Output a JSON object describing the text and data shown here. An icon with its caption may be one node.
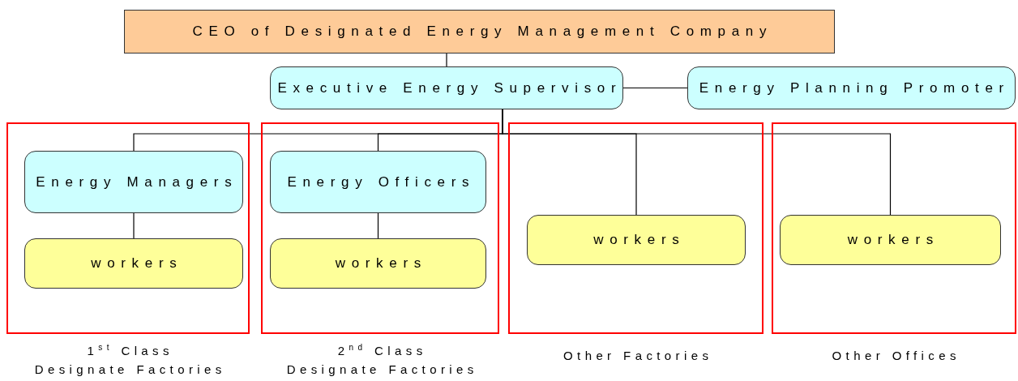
{
  "diagram": {
    "nodes": [
      {
        "text": [
          "CEO of Designated Energy Management Company"
        ]
      },
      {
        "text": [
          "Executive Energy Supervisor"
        ]
      },
      {
        "text": [
          "Energy Planning Promoter"
        ]
      },
      {
        "text": [
          "1$^{st}$ Class",
          "Designate Factories"
        ]
      },
      {
        "text": [
          "Energy Managers"
        ],
        "in": 3
      },
      {
        "text": [
          "workers"
        ],
        "in": 3
      },
      {
        "text": [
          "2$^{nd}$ Class",
          "Designate Factories"
        ]
      },
      {
        "text": [
          "Energy Officers"
        ],
        "in": 6
      },
      {
        "text": [
          "workers"
        ],
        "in": 6
      },
      {
        "text": [
          "Other Factories"
        ]
      },
      {
        "text": [
          "workers"
        ],
        "in": 9
      },
      {
        "text": [
          "Other Offices"
        ]
      },
      {
        "text": [
          "workers"
        ],
        "in": 11
      }
    ],
    "edges": [
      {
        "from": 0,
        "to": 1,
        "arrow": "none"
      },
      {
        "from": 1,
        "to": 2,
        "arrow": "none"
      },
      {
        "from": 1,
        "to": 4,
        "arrow": "none"
      },
      {
        "from": 1,
        "to": 7,
        "arrow": "none"
      },
      {
        "from": 1,
        "to": 10,
        "arrow": "none"
      },
      {
        "from": 1,
        "to": 12,
        "arrow": "none"
      },
      {
        "from": 4,
        "to": 5,
        "arrow": "none"
      },
      {
        "from": 7,
        "to": 8,
        "arrow": "none"
      }
    ]
  }
}
